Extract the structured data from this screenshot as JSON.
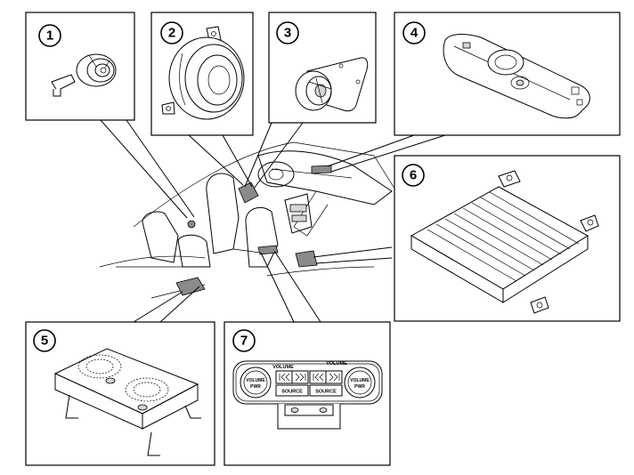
{
  "callouts": [
    {
      "number": "1"
    },
    {
      "number": "2"
    },
    {
      "number": "3"
    },
    {
      "number": "4"
    },
    {
      "number": "5"
    },
    {
      "number": "6"
    },
    {
      "number": "7"
    }
  ],
  "panel7": {
    "volume_left": "VOLUME",
    "volume_right": "VOLUME",
    "knob_left": "VOLUME\nPWR",
    "knob_right": "VOLUME\nPWR",
    "source_left": "SOURCE",
    "source_right": "SOURCE",
    "prev_icon": "prev-track-icon",
    "next_icon": "next-track-icon"
  }
}
